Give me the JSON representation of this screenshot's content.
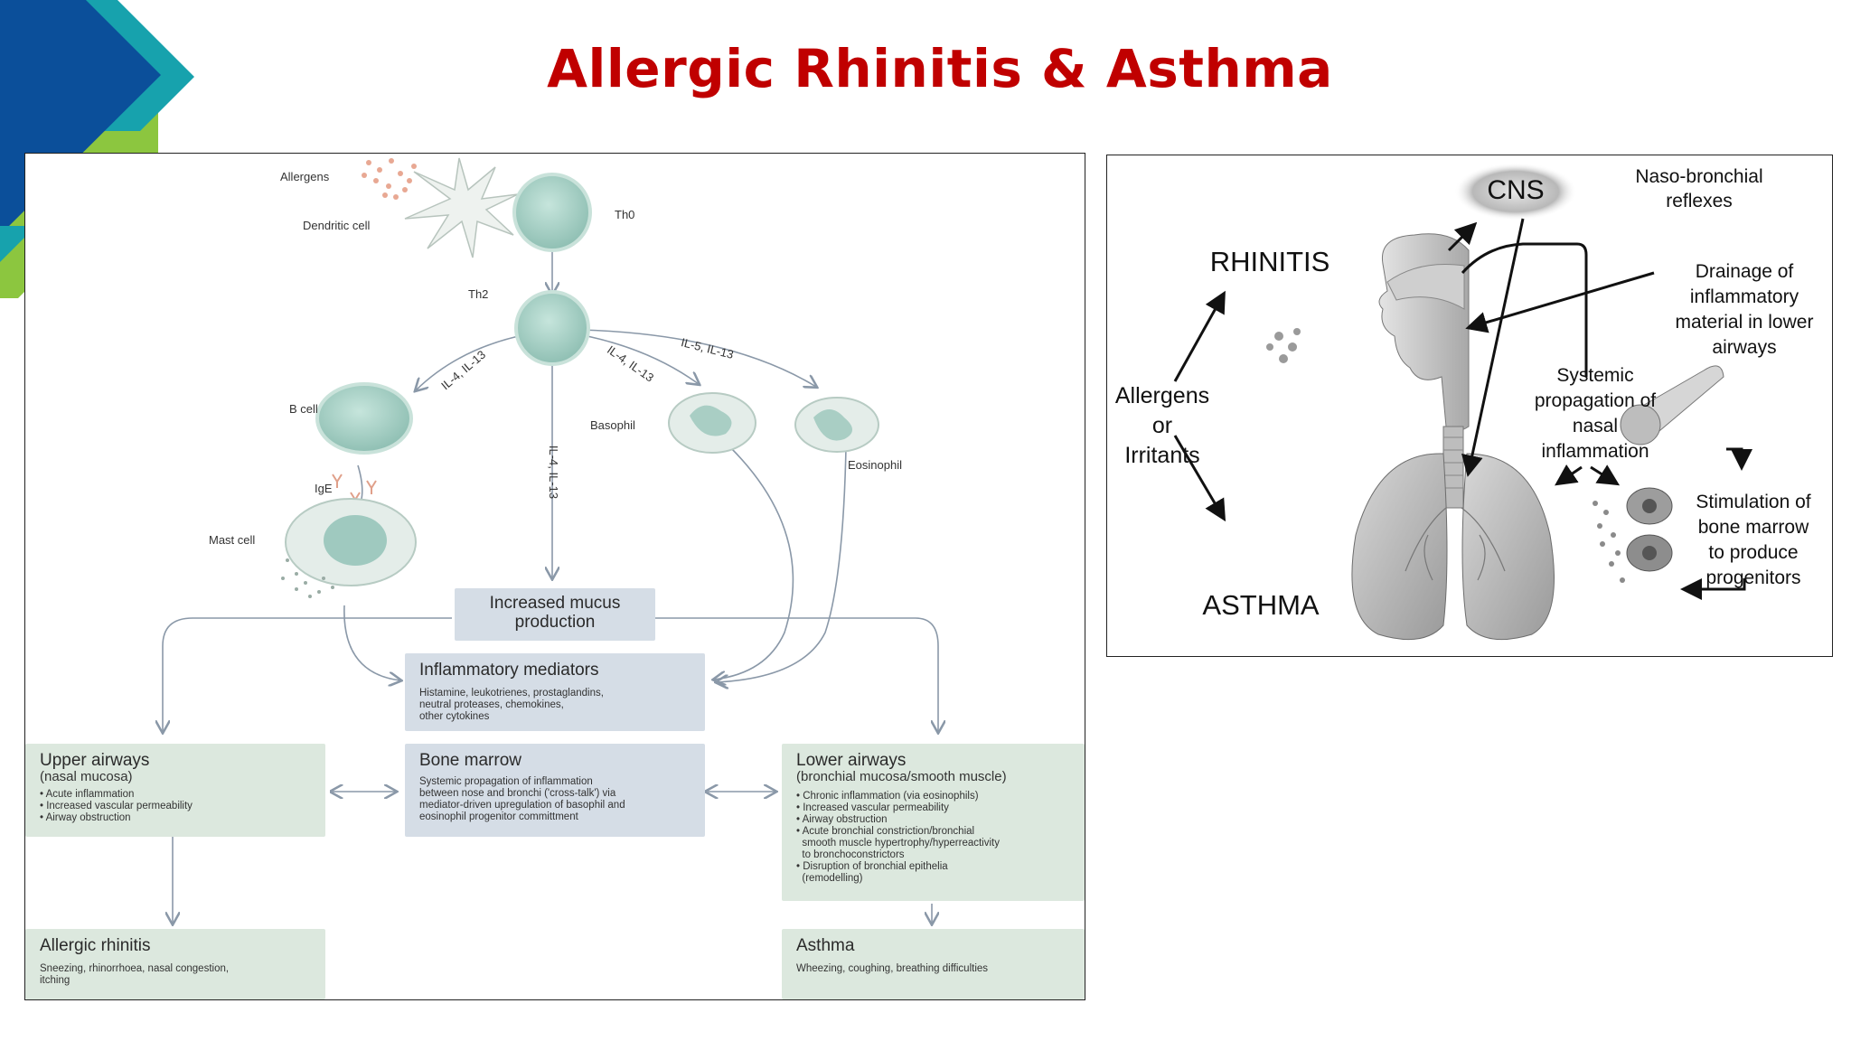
{
  "slide": {
    "title": "Allergic Rhinitis & Asthma"
  },
  "left_diagram": {
    "cells": {
      "allergens": "Allergens",
      "dendritic": "Dendritic cell",
      "th0": "Th0",
      "th2": "Th2",
      "bcell": "B cell",
      "ige": "IgE",
      "mast": "Mast cell",
      "basophil": "Basophil",
      "eosinophil": "Eosinophil"
    },
    "arrow_labels": {
      "il4_il13_b": "IL-4, IL-13",
      "il4_il13_baso": "IL-4, IL-13",
      "il5_il13": "IL-5, IL-13",
      "il4_il13_vertical": "IL-4, IL-13"
    },
    "mucus": {
      "title": "Increased mucus production"
    },
    "mediators": {
      "title": "Inflammatory mediators",
      "lines": [
        "Histamine, leukotrienes, prostaglandins,",
        "neutral proteases, chemokines,",
        "other cytokines"
      ]
    },
    "upper": {
      "title": "Upper airways",
      "sub": "(nasal mucosa)",
      "items": [
        "• Acute inflammation",
        "• Increased vascular permeability",
        "• Airway obstruction"
      ]
    },
    "bone": {
      "title": "Bone marrow",
      "lines": [
        "Systemic propagation of inflammation",
        "between nose and bronchi ('cross-talk') via",
        "mediator-driven upregulation of basophil and",
        "eosinophil progenitor committment"
      ]
    },
    "lower": {
      "title": "Lower airways",
      "sub": "(bronchial mucosa/smooth muscle)",
      "items": [
        "• Chronic inflammation (via eosinophils)",
        "• Increased vascular permeability",
        "• Airway obstruction",
        "• Acute bronchial constriction/bronchial",
        "  smooth muscle hypertrophy/hyperreactivity",
        "  to bronchoconstrictors",
        "• Disruption of bronchial epithelia",
        "  (remodelling)"
      ]
    },
    "rhinitis": {
      "title": "Allergic rhinitis",
      "lines": [
        "Sneezing, rhinorrhoea, nasal congestion,",
        "itching"
      ]
    },
    "asthma": {
      "title": "Asthma",
      "lines": [
        "Wheezing, coughing, breathing difficulties"
      ]
    }
  },
  "right_diagram": {
    "cns": "CNS",
    "naso": [
      "Naso-bronchial",
      "reflexes"
    ],
    "rhinitis": "RHINITIS",
    "asthma": "ASTHMA",
    "allergens": [
      "Allergens",
      "or",
      "Irritants"
    ],
    "drainage": [
      "Drainage of",
      "inflammatory",
      "material in lower",
      "airways"
    ],
    "systemic": [
      "Systemic",
      "propagation of",
      "nasal",
      "inflammation"
    ],
    "stimulation": [
      "Stimulation of",
      "bone marrow",
      "to produce",
      "progenitors"
    ]
  },
  "colors": {
    "title": "#c00000",
    "green_box": "#dce8de",
    "blue_box": "#d5dde6",
    "arrow": "#8a98a8",
    "cell": "#9fc9bf",
    "corner_dark": "#0b4f9a",
    "corner_teal": "#1ba7b0",
    "corner_green": "#8cc63f"
  }
}
